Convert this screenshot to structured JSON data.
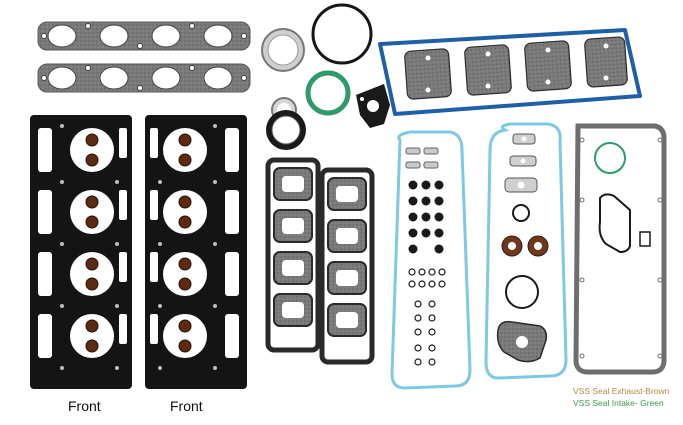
{
  "labels": {
    "front_left": "Front",
    "front_right": "Front",
    "vss_exhaust": "VSS Seal Exhaust-Brown",
    "vss_intake": "VSS Seal Intake- Green"
  },
  "colors": {
    "background": "#ffffff",
    "gasket_gray": "#6e6e6e",
    "gasket_black": "#141414",
    "valve_cover_blue": "#1e5fa8",
    "oil_pan_blue": "#7ec8e3",
    "seal_green": "#2e9b6a",
    "seal_brown": "#6b3a1e",
    "vss_exhaust_text": "#b08a3e",
    "vss_intake_text": "#3e9b4a"
  }
}
